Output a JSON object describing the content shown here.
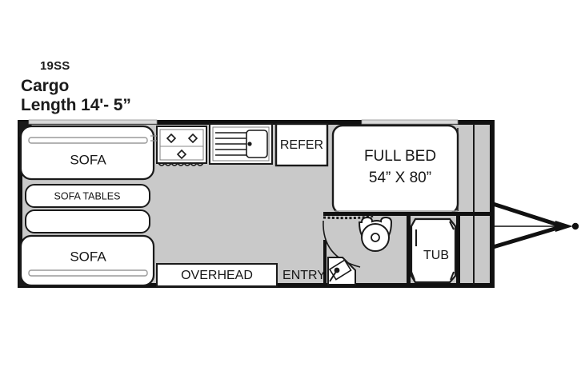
{
  "header": {
    "model_code": "19SS",
    "cargo_label": "Cargo",
    "length_label": "Length 14'- 5”"
  },
  "floorplan": {
    "title": "RV travel trailer floorplan",
    "rooms": [
      {
        "name": "sofa-top",
        "label": "SOFA"
      },
      {
        "name": "sofa-tables",
        "label": "SOFA TABLES"
      },
      {
        "name": "sofa-tables-lower",
        "label": ""
      },
      {
        "name": "sofa-bottom",
        "label": "SOFA"
      },
      {
        "name": "refer",
        "label": "REFER"
      },
      {
        "name": "full-bed",
        "label_line1": "FULL BED",
        "label_line2": "54” X 80”"
      },
      {
        "name": "tub",
        "label": "TUB"
      },
      {
        "name": "overhead",
        "label": "OVERHEAD"
      },
      {
        "name": "entry",
        "label": "ENTRY"
      }
    ],
    "fixtures": [
      {
        "name": "stove",
        "burners": 3
      },
      {
        "name": "sink",
        "drainboard_lines": 4
      },
      {
        "name": "toilet",
        "shape": "oval"
      },
      {
        "name": "entry-door",
        "swing": "diagonal"
      },
      {
        "name": "bathroom-door",
        "swing": "arc"
      },
      {
        "name": "hitch",
        "shape": "a-frame"
      }
    ],
    "colors": {
      "wall": "#111111",
      "floor": "#c9c9c9",
      "furniture_fill": "#ffffff",
      "furniture_stroke": "#1a1a1a",
      "window": "#d8d8d8",
      "shadow": "#a8a8a8"
    }
  }
}
